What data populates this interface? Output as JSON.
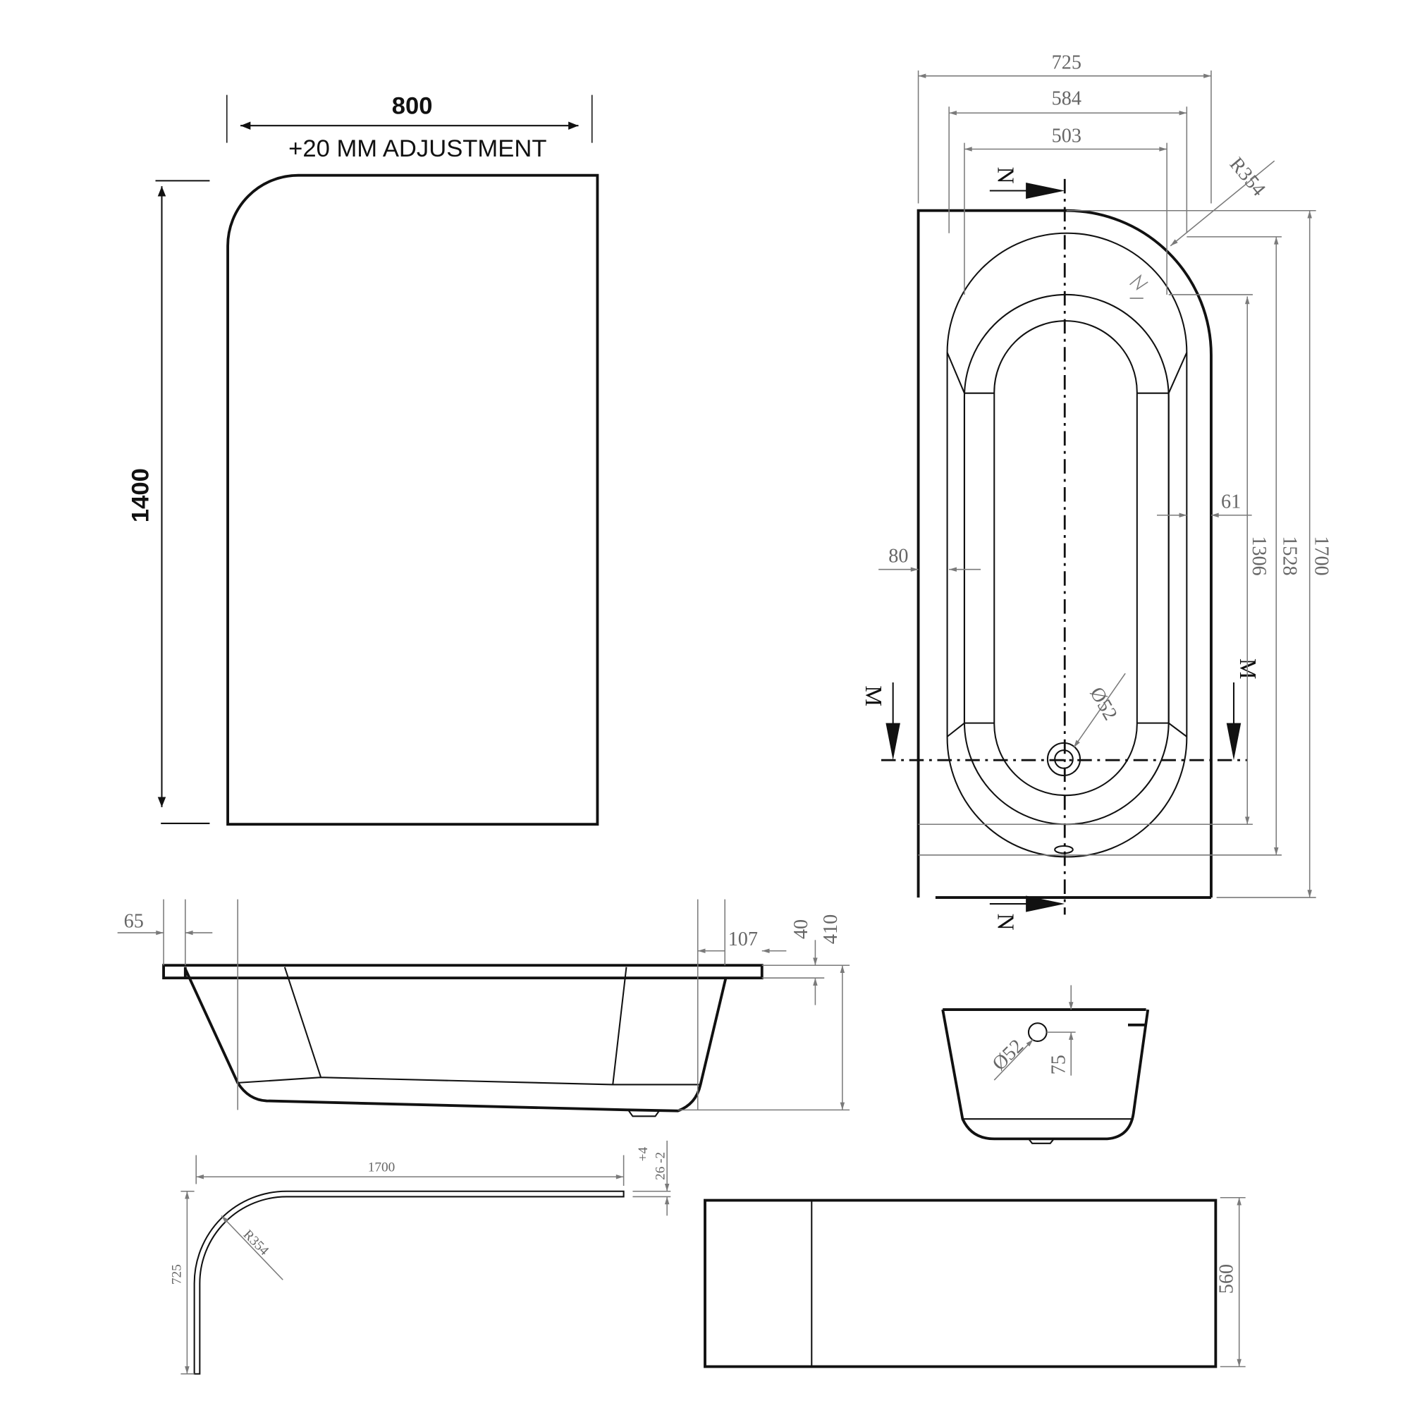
{
  "panel_view": {
    "width_label": "800",
    "adjustment_label": "+20 MM ADJUSTMENT",
    "height_label": "1400"
  },
  "plan_view": {
    "overall_width": "725",
    "rim_width": "584",
    "inner_width": "503",
    "radius": "R354",
    "overall_length": "1700",
    "rim_length": "1528",
    "inner_length": "1306",
    "right_rim": "61",
    "left_rim": "80",
    "waste_diameter": "Ø52",
    "section_n": "N",
    "section_m": "M"
  },
  "side_view": {
    "edge_offset": "65",
    "right_step": "107",
    "rim_height": "40",
    "total_height": "410"
  },
  "end_section": {
    "waste_diameter": "Ø52",
    "waste_height": "75"
  },
  "apron_plan": {
    "length": "1700",
    "tolerance_plus": "+4",
    "tolerance_value": "26 -2",
    "radius": "R354",
    "width": "725"
  },
  "front_panel": {
    "height": "560"
  },
  "colors": {
    "outline": "#111111",
    "dimension": "#7a7a7a"
  }
}
